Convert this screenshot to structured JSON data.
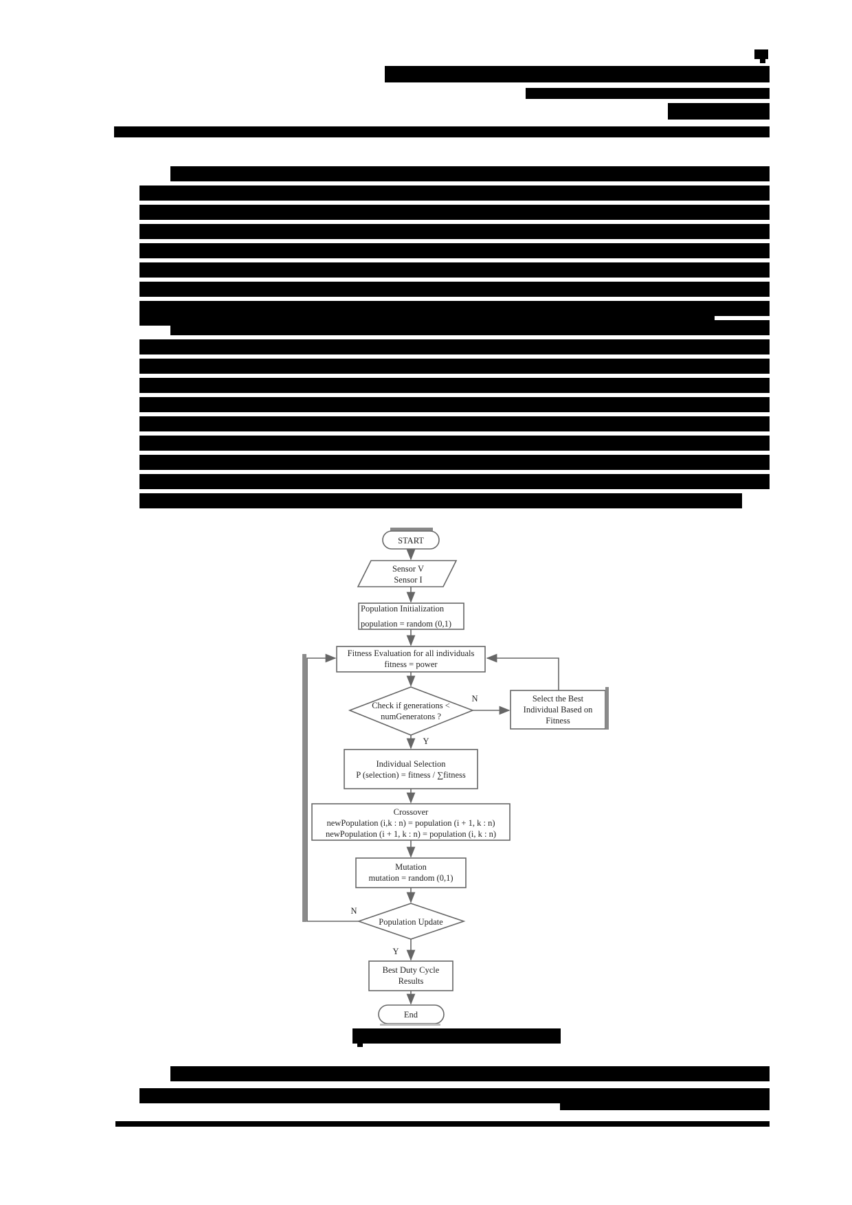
{
  "page": {
    "header": {
      "page_number_mark": "[redacted]",
      "lines": [
        "[redacted header line 1]",
        "[redacted header line 2]",
        "[redacted header line 3]"
      ]
    },
    "body_paragraphs_redacted": true,
    "figure": {
      "caption": "[redacted figure caption]",
      "flowchart": {
        "start": "START",
        "input": [
          "Sensor V",
          "Sensor I"
        ],
        "init": [
          "Population Initialization",
          "population = random (0,1)"
        ],
        "fitness": [
          "Fitness Evaluation for all individuals",
          "fitness = power"
        ],
        "decision1": [
          "Check if generations <",
          "numGeneratons ?"
        ],
        "decision1_no": "N",
        "decision1_yes": "Y",
        "select_best": [
          "Select the Best",
          "Individual Based on",
          "Fitness"
        ],
        "selection": [
          "Individual Selection",
          "P (selection) = fitness / ∑fitness"
        ],
        "crossover": [
          "Crossover",
          "newPopulation (i,k : n) = population (i + 1, k : n)",
          "newPopulation (i + 1, k : n) = population (i, k : n)"
        ],
        "mutation": [
          "Mutation",
          "mutation = random (0,1)"
        ],
        "decision2": "Population Update",
        "decision2_no": "N",
        "decision2_yes": "Y",
        "result": [
          "Best Duty Cycle",
          "Results"
        ],
        "end": "End"
      }
    },
    "footer": {
      "lines": [
        "[redacted footer line 1]",
        "[redacted footer line 2]",
        "[redacted footer line 3]"
      ]
    }
  }
}
